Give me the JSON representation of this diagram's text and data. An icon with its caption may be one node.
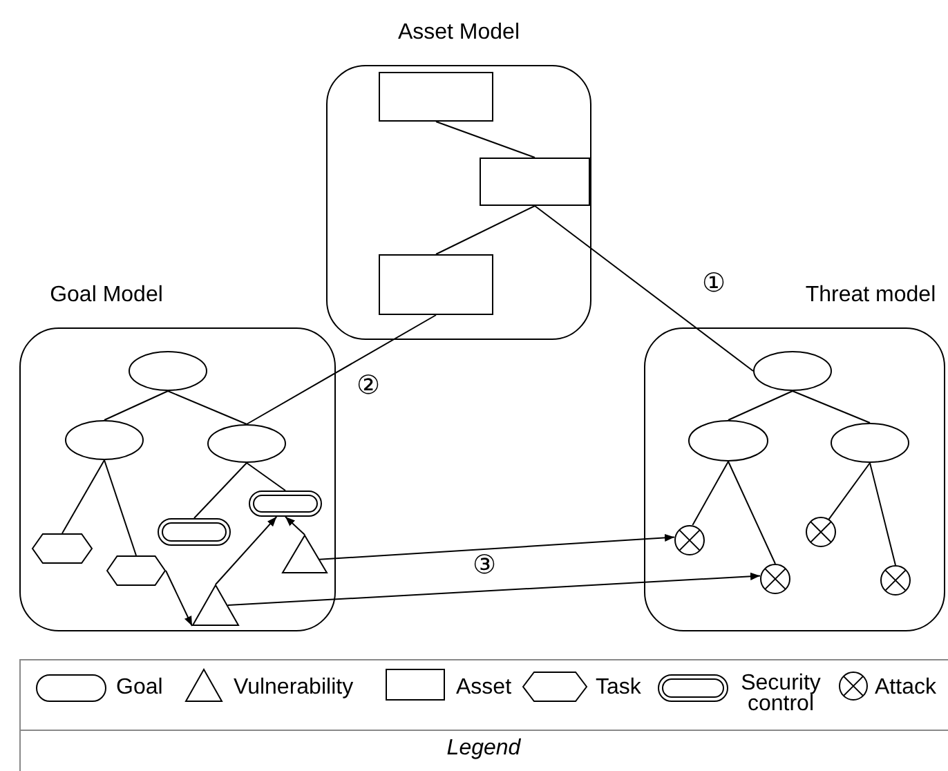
{
  "diagram": {
    "nodes": [
      {
        "text": [
          "Asset Model"
        ]
      },
      {
        "text": [],
        "shape": "box",
        "in": 0
      },
      {
        "text": [],
        "shape": "box",
        "in": 0
      },
      {
        "text": [],
        "shape": "box",
        "in": 0
      },
      {
        "text": [
          "Goal Model"
        ]
      },
      {
        "text": [],
        "shape": "ellipse",
        "in": 4
      },
      {
        "text": [],
        "shape": "ellipse",
        "in": 4
      },
      {
        "text": [],
        "shape": "ellipse",
        "in": 4
      },
      {
        "text": [],
        "shape": "capsule",
        "in": 4
      },
      {
        "text": [],
        "shape": "capsule",
        "in": 4
      },
      {
        "text": [],
        "shape": "hexagon",
        "in": 4
      },
      {
        "text": [],
        "shape": "hexagon",
        "in": 4
      },
      {
        "text": [],
        "shape": "triangle",
        "in": 4
      },
      {
        "text": [],
        "shape": "triangle",
        "in": 4
      },
      {
        "text": [
          "Threat model"
        ]
      },
      {
        "text": [],
        "shape": "ellipse",
        "in": 14
      },
      {
        "text": [],
        "shape": "ellipse",
        "in": 14
      },
      {
        "text": [],
        "shape": "ellipse",
        "in": 14
      },
      {
        "text": [],
        "shape": "circle",
        "in": 14
      },
      {
        "text": [],
        "shape": "circle",
        "in": 14
      },
      {
        "text": [],
        "shape": "circle",
        "in": 14
      },
      {
        "text": [],
        "shape": "circle",
        "in": 14
      }
    ],
    "edges": [
      {
        "from": 1,
        "to": 2,
        "arrow": "none"
      },
      {
        "from": 2,
        "to": 3,
        "arrow": "none"
      },
      {
        "from": 2,
        "to": 15,
        "arrow": "none"
      },
      {
        "from": 3,
        "to": 7,
        "arrow": "none"
      },
      {
        "from": 5,
        "to": 6,
        "arrow": "none"
      },
      {
        "from": 5,
        "to": 7,
        "arrow": "none"
      },
      {
        "from": 6,
        "to": 10,
        "arrow": "none"
      },
      {
        "from": 6,
        "to": 11,
        "arrow": "none"
      },
      {
        "from": 7,
        "to": 8,
        "arrow": "none"
      },
      {
        "from": 7,
        "to": 9,
        "arrow": "none"
      },
      {
        "from": 11,
        "to": 12,
        "arrow": "to"
      },
      {
        "from": 12,
        "to": 9,
        "arrow": "to"
      },
      {
        "from": 13,
        "to": 9,
        "arrow": "to"
      },
      {
        "from": 15,
        "to": 16,
        "arrow": "none"
      },
      {
        "from": 15,
        "to": 17,
        "arrow": "none"
      },
      {
        "from": 16,
        "to": 18,
        "arrow": "none"
      },
      {
        "from": 16,
        "to": 19,
        "arrow": "none"
      },
      {
        "from": 17,
        "to": 20,
        "arrow": "none"
      },
      {
        "from": 17,
        "to": 21,
        "arrow": "none"
      },
      {
        "from": 13,
        "to": 18,
        "arrow": "to"
      },
      {
        "from": 12,
        "to": 19,
        "arrow": "to"
      }
    ],
    "labels": [
      "①",
      "②",
      "③",
      "Legend"
    ],
    "legend": [
      {
        "text": "Goal"
      },
      {
        "text": "Vulnerability"
      },
      {
        "text": "Asset"
      },
      {
        "text": "Task"
      },
      {
        "text": "Security control"
      },
      {
        "text": "Attack"
      }
    ]
  }
}
